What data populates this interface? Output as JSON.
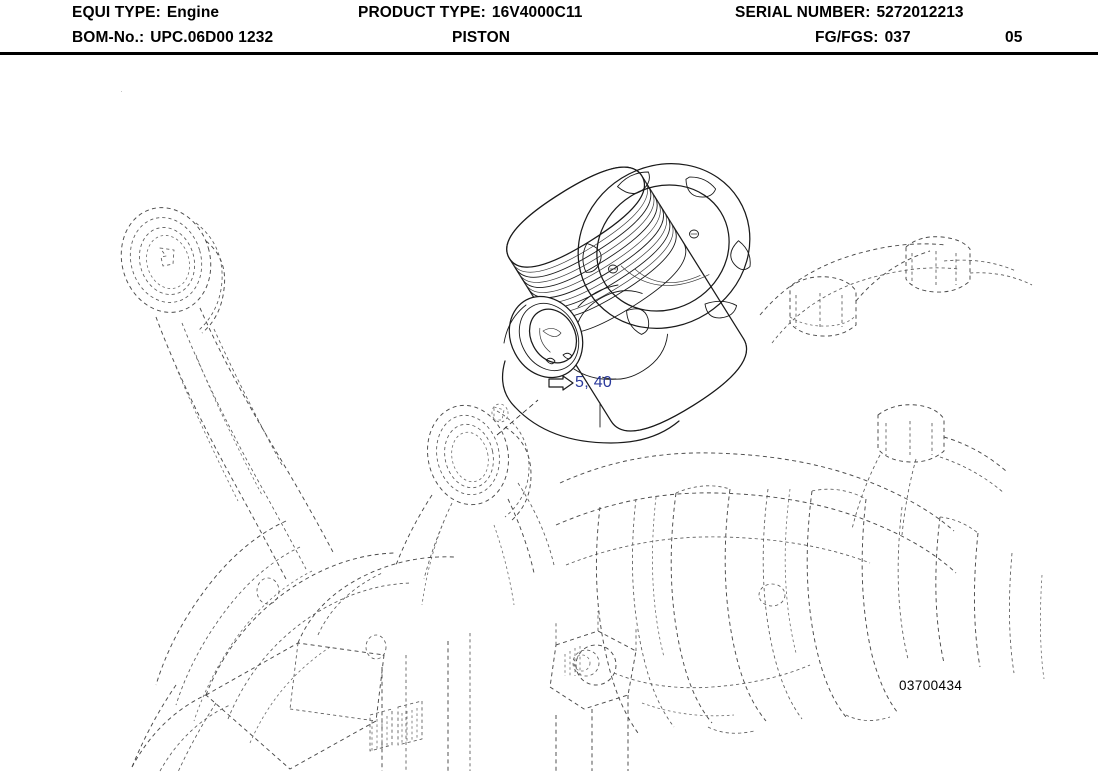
{
  "page": {
    "drawing_number": "03700434"
  },
  "header": {
    "equi_type_label": "EQUI TYPE:",
    "equi_type_value": "Engine",
    "product_type_label": "PRODUCT TYPE:",
    "product_type_value": "16V4000C11",
    "serial_number_label": "SERIAL NUMBER:",
    "serial_number_value": "5272012213",
    "bom_no_label": "BOM-No.:",
    "bom_no_value": "UPC.06D00 1232",
    "part_name": "PISTON",
    "fg_fgs_label": "FG/FGS:",
    "fg_fgs_value": "037",
    "fg_fgs_second": "05"
  },
  "callout": {
    "icon": "right-arrow-icon",
    "text": "5, 40",
    "color": "#2b3a9c"
  },
  "diagram": {
    "title": "Piston assembly exploded view",
    "solid_part": "piston",
    "phantom_parts": [
      "connecting-rod",
      "crankshaft",
      "crank-webs",
      "bearing-journals"
    ],
    "line_color": "#1a1a1a",
    "phantom_color": "#555555"
  },
  "registration_mark": "·"
}
